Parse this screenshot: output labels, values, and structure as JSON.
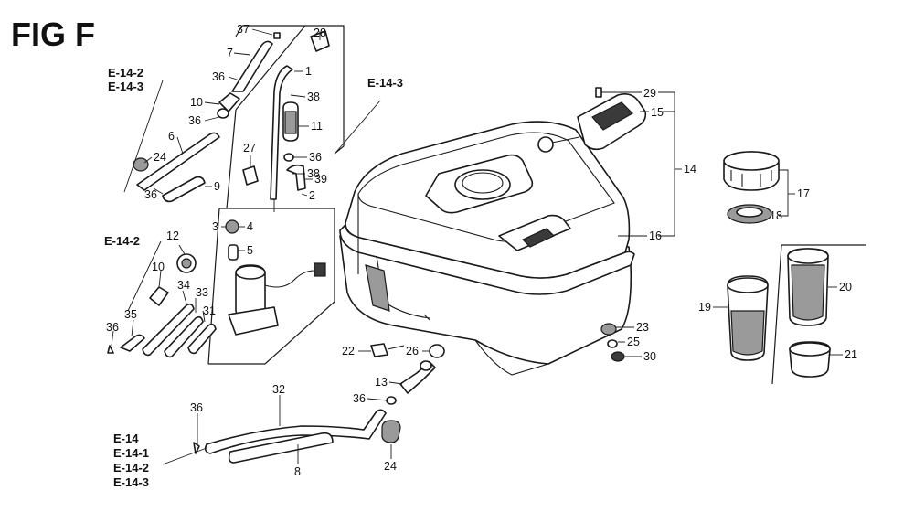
{
  "figure": {
    "title": "FIG F"
  },
  "refs": {
    "topleft_a": "E-14-2",
    "topleft_b": "E-14-3",
    "top_center": "E-14-3",
    "midleft": "E-14-2",
    "bottom_a": "E-14",
    "bottom_b": "E-14-1",
    "bottom_c": "E-14-2",
    "bottom_d": "E-14-3"
  },
  "callouts": [
    {
      "id": "c37",
      "label": "37"
    },
    {
      "id": "c28",
      "label": "28"
    },
    {
      "id": "c7",
      "label": "7"
    },
    {
      "id": "c1",
      "label": "1"
    },
    {
      "id": "c36a",
      "label": "36"
    },
    {
      "id": "c38",
      "label": "38"
    },
    {
      "id": "c10a",
      "label": "10"
    },
    {
      "id": "c36b",
      "label": "36"
    },
    {
      "id": "c11",
      "label": "11"
    },
    {
      "id": "c6",
      "label": "6"
    },
    {
      "id": "c27",
      "label": "27"
    },
    {
      "id": "c24a",
      "label": "24"
    },
    {
      "id": "c36c",
      "label": "36"
    },
    {
      "id": "c39",
      "label": "39"
    },
    {
      "id": "c38b",
      "label": "38"
    },
    {
      "id": "c9",
      "label": "9"
    },
    {
      "id": "c2",
      "label": "2"
    },
    {
      "id": "c3",
      "label": "3"
    },
    {
      "id": "c4",
      "label": "4"
    },
    {
      "id": "c5",
      "label": "5"
    },
    {
      "id": "c12",
      "label": "12"
    },
    {
      "id": "c10b",
      "label": "10"
    },
    {
      "id": "c34",
      "label": "34"
    },
    {
      "id": "c33",
      "label": "33"
    },
    {
      "id": "c31",
      "label": "31"
    },
    {
      "id": "c35",
      "label": "35"
    },
    {
      "id": "c36d",
      "label": "36"
    },
    {
      "id": "c29",
      "label": "29"
    },
    {
      "id": "c15",
      "label": "15"
    },
    {
      "id": "c14",
      "label": "14"
    },
    {
      "id": "c16",
      "label": "16"
    },
    {
      "id": "c17",
      "label": "17"
    },
    {
      "id": "c18",
      "label": "18"
    },
    {
      "id": "c20",
      "label": "20"
    },
    {
      "id": "c19",
      "label": "19"
    },
    {
      "id": "c21",
      "label": "21"
    },
    {
      "id": "c23",
      "label": "23"
    },
    {
      "id": "c25",
      "label": "25"
    },
    {
      "id": "c30",
      "label": "30"
    },
    {
      "id": "c22",
      "label": "22"
    },
    {
      "id": "c26",
      "label": "26"
    },
    {
      "id": "c13",
      "label": "13"
    },
    {
      "id": "c36e",
      "label": "36"
    },
    {
      "id": "c36f",
      "label": "36"
    },
    {
      "id": "c32",
      "label": "32"
    },
    {
      "id": "c8",
      "label": "8"
    },
    {
      "id": "c24b",
      "label": "24"
    }
  ]
}
